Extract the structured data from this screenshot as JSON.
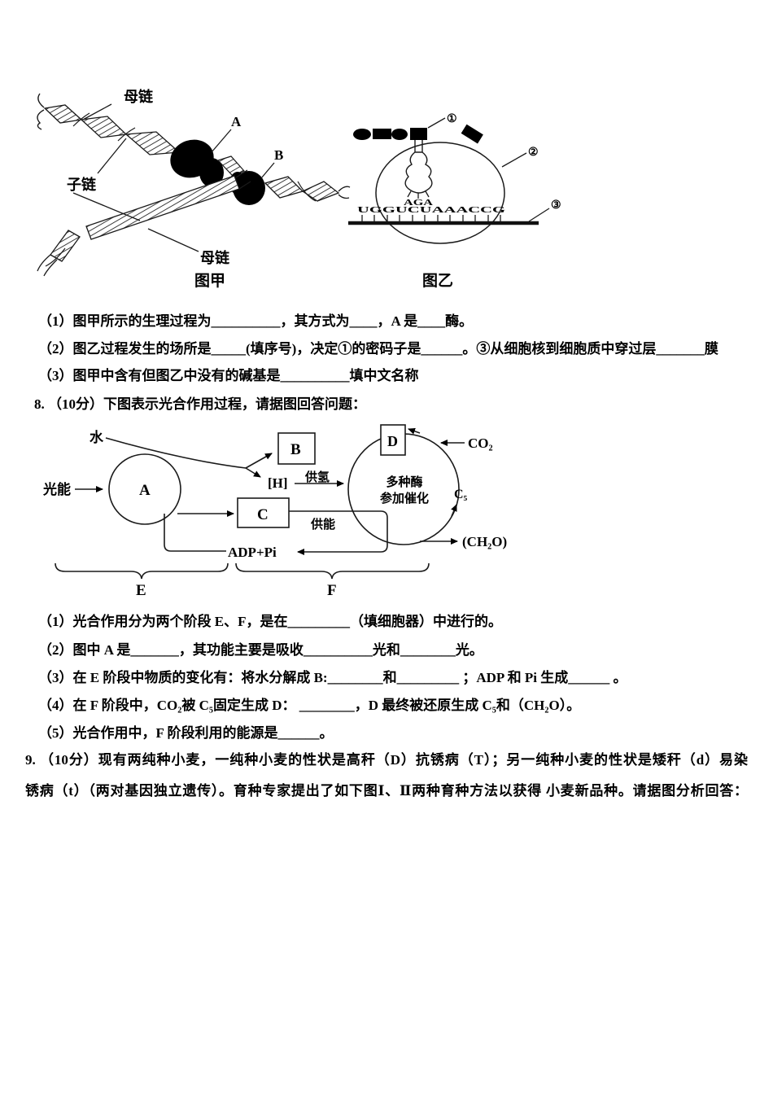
{
  "page": {
    "background": "#ffffff",
    "text_color": "#000000"
  },
  "figure_jia": {
    "caption": "图甲",
    "label_mother_top": "母链",
    "label_daughter": "子链",
    "label_mother_bottom": "母链",
    "label_a": "A",
    "label_b": "B"
  },
  "figure_yi": {
    "caption": "图乙",
    "num1": "①",
    "num2": "②",
    "num3": "③",
    "anticodon": "AGA",
    "mrna": "UGGUCUAAACCG"
  },
  "q7": {
    "items": [
      "（1）图甲所示的生理过程为__________，其方式为____，A 是____酶。",
      "（2）图乙过程发生的场所是_____(填序号)，决定①的密码子是______。③从细胞核到细胞质中穿过层_______膜",
      "（3）图甲中含有但图乙中没有的碱基是__________填中文名称"
    ]
  },
  "q8": {
    "header": "8. （10分）下图表示光合作用过程，请据图回答问题：",
    "diagram": {
      "water": "水",
      "light": "光能",
      "a": "A",
      "b": "B",
      "h": "[H]",
      "supply_h": "供氢",
      "c": "C",
      "supply_e": "供能",
      "adp": "ADP+Pi",
      "enzymes_line1": "多种酶",
      "enzymes_line2": "参加催化",
      "d": "D",
      "co2": "CO₂",
      "c5": "C₅",
      "ch2o": "(CH₂O)",
      "stage_e": "E",
      "stage_f": "F"
    },
    "items": [
      "（1）光合作用分为两个阶段 E、F，是在_________（填细胞器）中进行的。",
      "（2）图中 A 是_______，其功能主要是吸收__________光和________光。",
      "（3）在 E 阶段中物质的变化有：将水分解成 B:________和_________ ；ADP 和 Pi 生成______ 。",
      "（4）在 F 阶段中，CO₂被 C₅固定生成 D： ________，D 最终被还原生成 C₅和（CH₂O）。",
      "（5）光合作用中，F 阶段利用的能源是______。"
    ]
  },
  "q9": {
    "line1": "9. （10分）现有两纯种小麦，一纯种小麦的性状是高秆（D）抗锈病（T）；另一纯种小麦的性状是矮秆（d）易染",
    "line2": "锈病（t）（两对基因独立遗传）。育种专家提出了如下图Ⅰ、Ⅱ两种育种方法以获得 小麦新品种。请据图分析回答："
  }
}
